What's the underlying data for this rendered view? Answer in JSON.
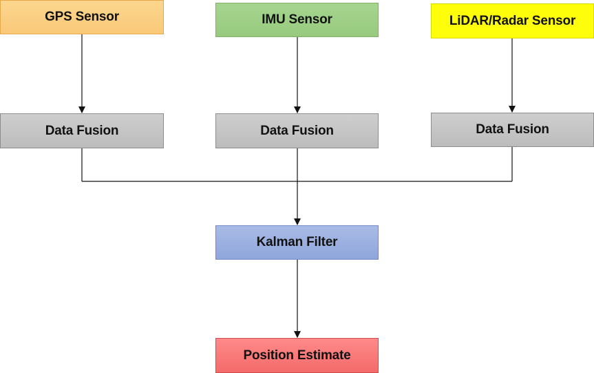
{
  "diagram": {
    "sensors": {
      "gps": "GPS Sensor",
      "imu": "IMU Sensor",
      "lidar": "LiDAR/Radar Sensor"
    },
    "fusion": {
      "gps": "Data Fusion",
      "imu": "Data Fusion",
      "lidar": "Data Fusion"
    },
    "filter": "Kalman Filter",
    "output": "Position Estimate",
    "colors": {
      "gps_fill": "#fcd68f",
      "imu_fill": "#a6d58f",
      "lidar_fill": "#fefe0a",
      "fusion_fill": "#c6c6c6",
      "filter_fill": "#9fb3e2",
      "output_fill": "#f87a7a",
      "connector": "#111111"
    }
  }
}
